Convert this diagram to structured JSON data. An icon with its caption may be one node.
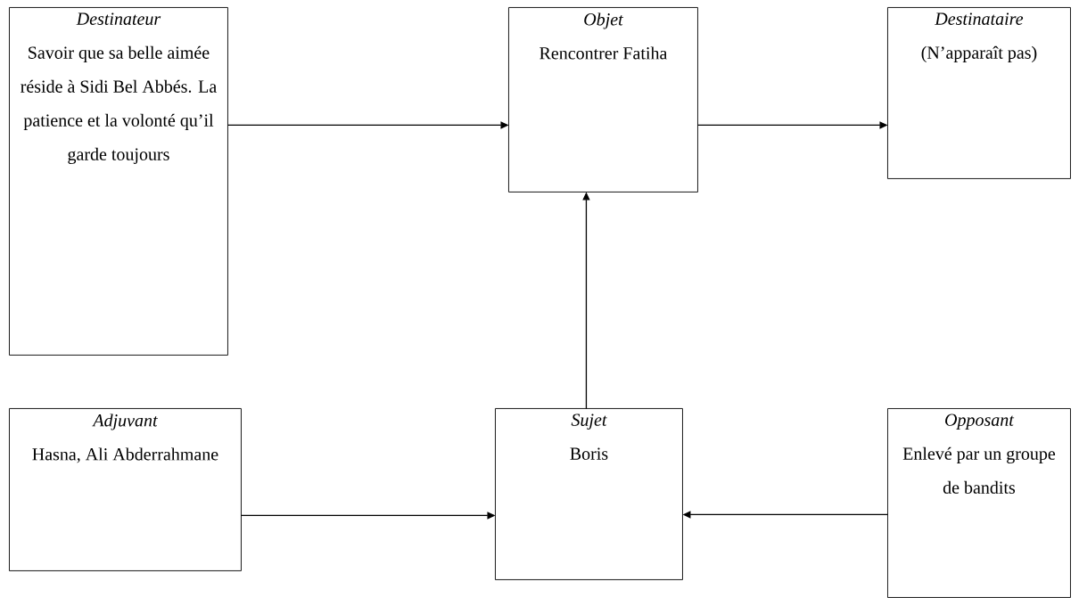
{
  "diagram": {
    "nodes": [
      {
        "text": [
          "Destinateur",
          "Savoir que sa belle aimée réside à Sidi Bel Abbés. La patience et la volonté qu’il garde toujours"
        ]
      },
      {
        "text": [
          "Objet",
          "Rencontrer Fatiha"
        ]
      },
      {
        "text": [
          "Destinataire",
          "(N’apparaît pas)"
        ]
      },
      {
        "text": [
          "Adjuvant",
          "Hasna, Ali Abderrahmane"
        ]
      },
      {
        "text": [
          "Sujet",
          "Boris"
        ]
      },
      {
        "text": [
          "Opposant",
          "Enlevé par un groupe de bandits"
        ]
      }
    ],
    "edges": [
      {
        "from": 0,
        "to": 1,
        "arrow": "to"
      },
      {
        "from": 1,
        "to": 2,
        "arrow": "to"
      },
      {
        "from": 4,
        "to": 1,
        "arrow": "to"
      },
      {
        "from": 3,
        "to": 4,
        "arrow": "to"
      },
      {
        "from": 5,
        "to": 4,
        "arrow": "to"
      }
    ]
  }
}
